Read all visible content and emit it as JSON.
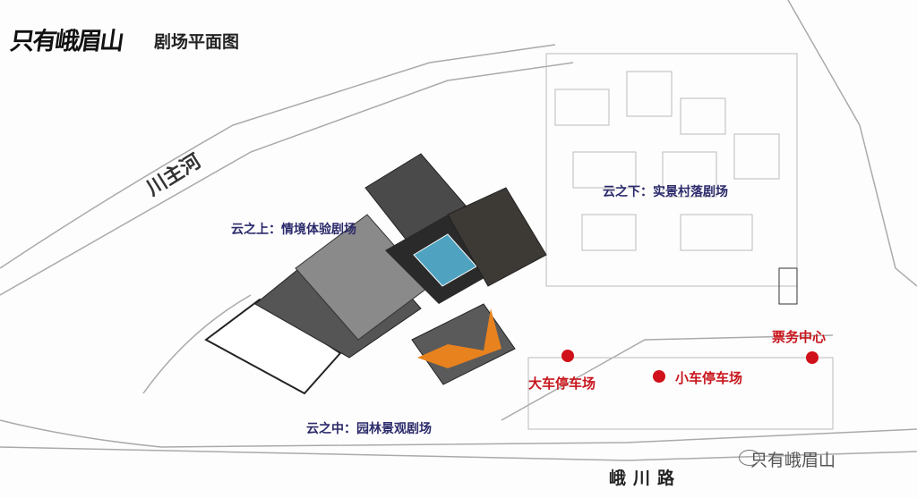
{
  "header": {
    "logo_text": "只有峨眉山",
    "title": "剧场平面图"
  },
  "map": {
    "river_label": "川主河",
    "road_label": "峨川路",
    "theaters": [
      {
        "label": "云之上：情境体验剧场"
      },
      {
        "label": "云之下：实景村落剧场"
      },
      {
        "label": "云之中：园林景观剧场"
      }
    ],
    "facilities": [
      {
        "label": "大车停车场"
      },
      {
        "label": "小车停车场"
      },
      {
        "label": "票务中心"
      }
    ],
    "colors": {
      "theater_label": "#2b2a6b",
      "facility_label": "#c8161d",
      "pool": "#4fa3c0",
      "stage_orange": "#e8821e"
    }
  },
  "watermark": "只有峨眉山"
}
